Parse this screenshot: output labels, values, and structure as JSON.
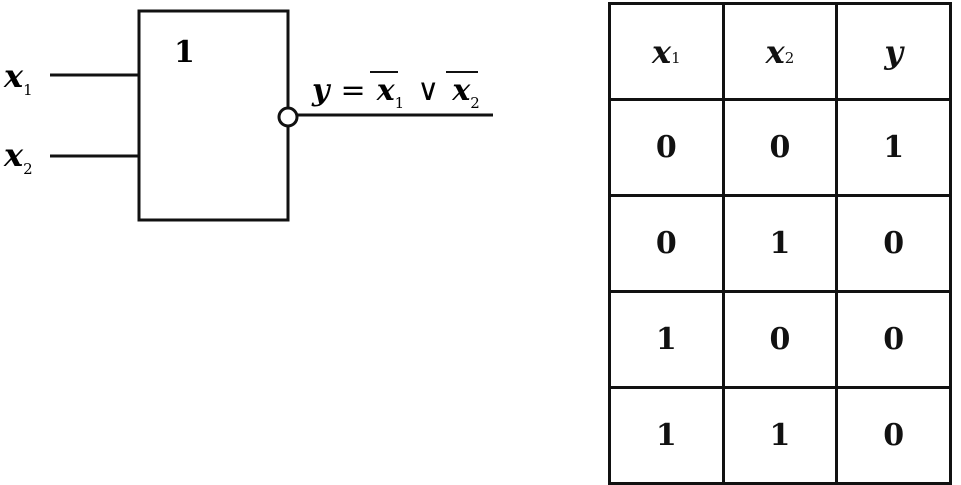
{
  "gate": {
    "label": "1",
    "inputs": [
      {
        "var": "x",
        "sub": "1"
      },
      {
        "var": "x",
        "sub": "2"
      }
    ],
    "output": {
      "lhs": "y",
      "equals": "=",
      "term1_var": "x",
      "term1_sub": "1",
      "or_symbol": "∨",
      "term2_var": "x",
      "term2_sub": "2"
    }
  },
  "truth_table": {
    "headers": [
      {
        "var": "x",
        "sub": "1"
      },
      {
        "var": "x",
        "sub": "2"
      },
      {
        "var": "y",
        "sub": ""
      }
    ],
    "rows": [
      [
        "0",
        "0",
        "1"
      ],
      [
        "0",
        "1",
        "0"
      ],
      [
        "1",
        "0",
        "0"
      ],
      [
        "1",
        "1",
        "0"
      ]
    ]
  }
}
